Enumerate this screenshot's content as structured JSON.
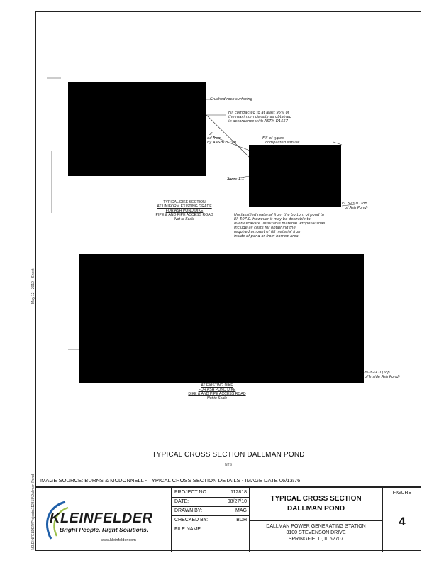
{
  "drawing": {
    "notes": {
      "n1": "Crushed rock surfacing",
      "n2a": "Fill compacted to at least 95% of",
      "n2b": "the maximum density as obtained",
      "n2c": "in accordance with ASTM D1557",
      "n3a": "of",
      "n3b": "ed from",
      "n3c": "by AASHTO T99",
      "n4a": "Fill of types",
      "n4b": "compacted similar",
      "n5": "Slope 1:1",
      "n6a": "El. 523.0 (Top",
      "n6b": "of Ash Pond)",
      "n7a": "Unclassified material from the bottom of pond to",
      "n7b": "El. 507.0. However it may be desirable to",
      "n7c": "over-excavate unsuitable material. Proposal shall",
      "n7d": "include all costs for obtaining the",
      "n7e": "required amount of fill material from",
      "n7f": "inside of pond or from borrow area",
      "n8a": "El. 527.0 (Top",
      "n8b": "of Inside Ash Pond)"
    },
    "caption1": {
      "l1": "TYPICAL DIKE SECTION",
      "l2": "AT UNIFORM EXISTING GRADE",
      "l3": "FOR ASH POND DIKE",
      "l4": "PIPE & AND PIPE ACCESS ROAD",
      "l5": "Not to Scale"
    },
    "caption2": {
      "l1": "AT EXISTING DIKE",
      "l2": "FOR ASH POND DIKE",
      "l3": "DIKE & AND PIPE ACCESS ROAD",
      "l4": "Not to Scale"
    },
    "side_text1": "May 12 - 2010 - Sheet",
    "side_text2": "\\\\KLEINFELDER\\Projects\\112818\\Dallman Pond",
    "figure_title": "TYPICAL CROSS SECTION DALLMAN POND",
    "figure_scale": "NTS"
  },
  "image_source": "IMAGE SOURCE: BURNS & MCDONNELL - TYPICAL CROSS SECTION DETAILS - IMAGE DATE 06/13/76",
  "title_block": {
    "logo_word": "KLEINFELDER",
    "logo_tagline": "Bright People. Right Solutions.",
    "logo_url": "www.kleinfelder.com",
    "project_no_label": "PROJECT NO.",
    "project_no": "112818",
    "date_label": "DATE:",
    "date": "08/27/10",
    "drawn_by_label": "DRAWN BY:",
    "drawn_by": "MAG",
    "checked_by_label": "CHECKED BY:",
    "checked_by": "BDH",
    "file_name_label": "FILE NAME:",
    "file_name": "",
    "title_line1": "TYPICAL CROSS SECTION",
    "title_line2": "DALLMAN POND",
    "site_line1": "DALLMAN POWER GENERATING STATION",
    "site_line2": "3100 STEVENSON DRIVE",
    "site_line3": "SPRINGFIELD, IL 62707",
    "figure_label": "FIGURE",
    "figure_number": "4",
    "accent_color": "#1f5fa8"
  }
}
